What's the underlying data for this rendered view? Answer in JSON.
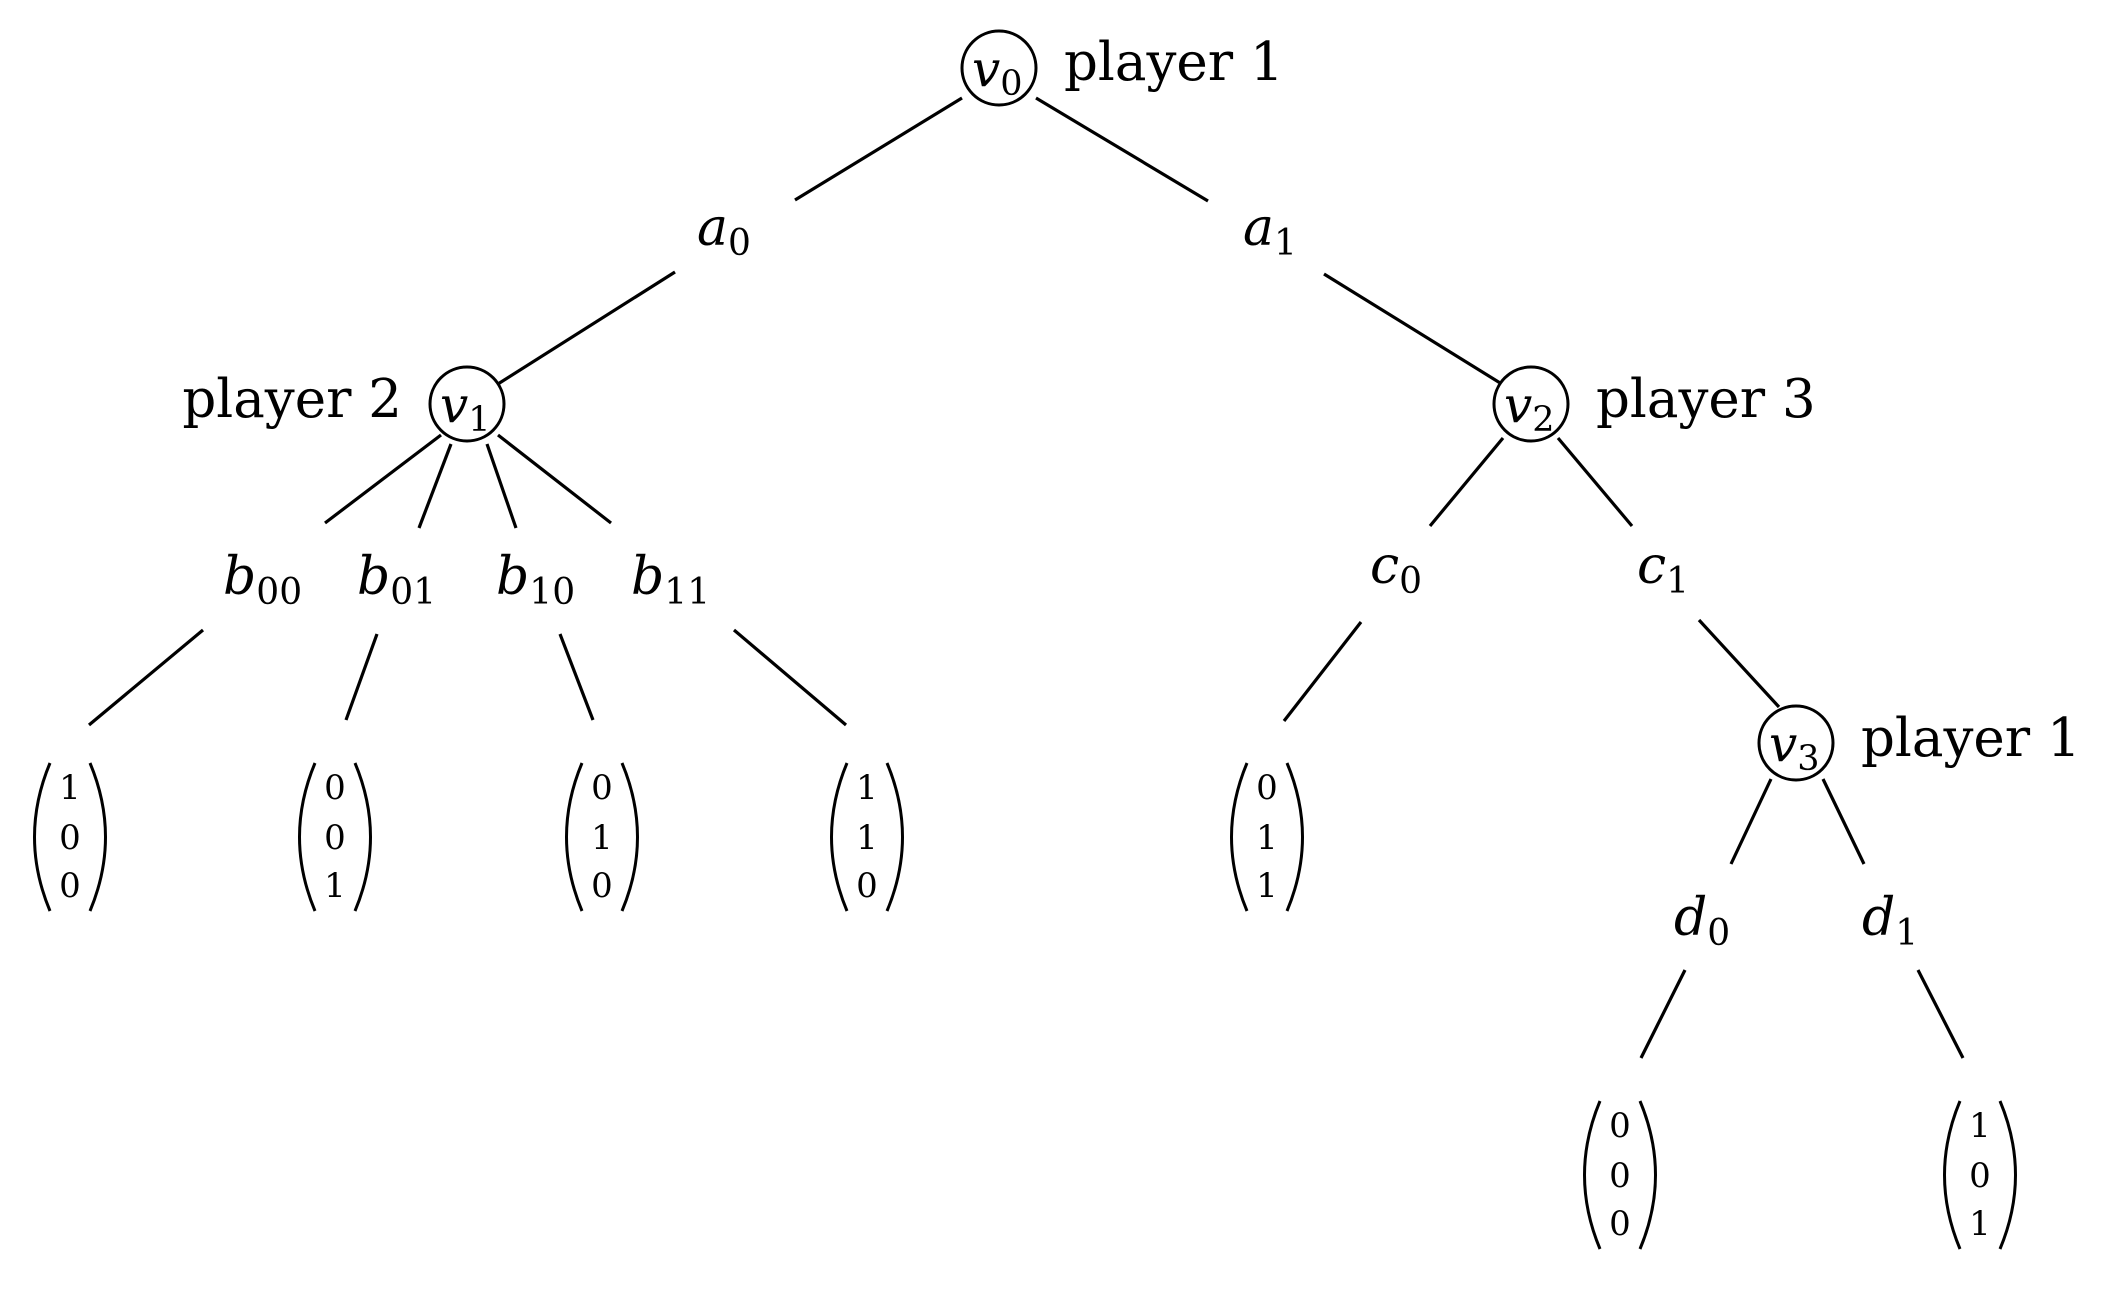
{
  "nodes": [
    {
      "id": "v0",
      "base": "v",
      "sub": "0",
      "player_label": "player 1"
    },
    {
      "id": "v1",
      "base": "v",
      "sub": "1",
      "player_label": "player 2"
    },
    {
      "id": "v2",
      "base": "v",
      "sub": "2",
      "player_label": "player 3"
    },
    {
      "id": "v3",
      "base": "v",
      "sub": "3",
      "player_label": "player 1"
    }
  ],
  "actions": [
    {
      "id": "a0",
      "base": "a",
      "sub": "0"
    },
    {
      "id": "a1",
      "base": "a",
      "sub": "1"
    },
    {
      "id": "b00",
      "base": "b",
      "sub": "00"
    },
    {
      "id": "b01",
      "base": "b",
      "sub": "01"
    },
    {
      "id": "b10",
      "base": "b",
      "sub": "10"
    },
    {
      "id": "b11",
      "base": "b",
      "sub": "11"
    },
    {
      "id": "c0",
      "base": "c",
      "sub": "0"
    },
    {
      "id": "c1",
      "base": "c",
      "sub": "1"
    },
    {
      "id": "d0",
      "base": "d",
      "sub": "0"
    },
    {
      "id": "d1",
      "base": "d",
      "sub": "1"
    }
  ],
  "payoffs": [
    {
      "after": "b00",
      "values": [
        "1",
        "0",
        "0"
      ]
    },
    {
      "after": "b01",
      "values": [
        "0",
        "0",
        "1"
      ]
    },
    {
      "after": "b10",
      "values": [
        "0",
        "1",
        "0"
      ]
    },
    {
      "after": "b11",
      "values": [
        "1",
        "1",
        "0"
      ]
    },
    {
      "after": "c0",
      "values": [
        "0",
        "1",
        "1"
      ]
    },
    {
      "after": "d0",
      "values": [
        "0",
        "0",
        "0"
      ]
    },
    {
      "after": "d1",
      "values": [
        "1",
        "0",
        "1"
      ]
    }
  ]
}
